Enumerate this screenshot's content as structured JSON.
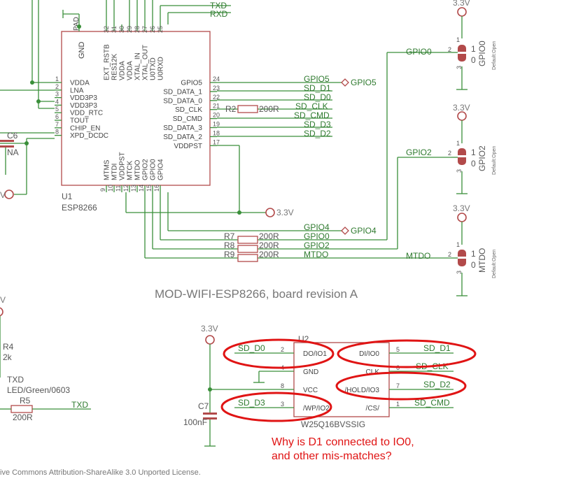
{
  "board_caption": "MOD-WIFI-ESP8266, board revision A",
  "license_text": "ive Commons Attribution-ShareAlike 3.0 Unported License.",
  "annotation_line1": "Why is D1 connected to IO0,",
  "annotation_line2": "and other mis-matches?",
  "power_label": "3.3V",
  "esp": {
    "ref": "U1",
    "value": "ESP8266",
    "pad_label": "PAD",
    "gnd_label": "GND",
    "left_pins": [
      {
        "num": "1",
        "name": "VDDA"
      },
      {
        "num": "2",
        "name": "LNA"
      },
      {
        "num": "3",
        "name": "VDD3P3"
      },
      {
        "num": "4",
        "name": "VDD3P3"
      },
      {
        "num": "5",
        "name": "VDD_RTC"
      },
      {
        "num": "6",
        "name": "TOUT"
      },
      {
        "num": "7",
        "name": "CHIP_EN"
      },
      {
        "num": "8",
        "name": "XPD_DCDC"
      }
    ],
    "right_pins": [
      {
        "num": "24",
        "name": "GPIO5"
      },
      {
        "num": "23",
        "name": "SD_DATA_1"
      },
      {
        "num": "22",
        "name": "SD_DATA_0"
      },
      {
        "num": "21",
        "name": "SD_CLK"
      },
      {
        "num": "20",
        "name": "SD_CMD"
      },
      {
        "num": "19",
        "name": "SD_DATA_3"
      },
      {
        "num": "18",
        "name": "SD_DATA_2"
      },
      {
        "num": "17",
        "name": "VDDPST"
      }
    ],
    "top_pins": [
      {
        "num": "32",
        "name": "EXT_RSTB"
      },
      {
        "num": "31",
        "name": "RES12K"
      },
      {
        "num": "30",
        "name": "VDDA"
      },
      {
        "num": "29",
        "name": "VDDA"
      },
      {
        "num": "28",
        "name": "XTAL_IN"
      },
      {
        "num": "27",
        "name": "XTAL_OUT"
      },
      {
        "num": "26",
        "name": "U0TXD"
      },
      {
        "num": "25",
        "name": "U0RXD"
      }
    ],
    "bottom_pins": [
      {
        "num": "9",
        "name": "MTMS"
      },
      {
        "num": "10",
        "name": "MTDI"
      },
      {
        "num": "11",
        "name": "VDDPST"
      },
      {
        "num": "12",
        "name": "MTCK"
      },
      {
        "num": "13",
        "name": "MTDO"
      },
      {
        "num": "14",
        "name": "GPIO2"
      },
      {
        "num": "15",
        "name": "GPIO0"
      },
      {
        "num": "16",
        "name": "GPIO4"
      }
    ]
  },
  "nets_right": [
    "GPIO5",
    "SD_D1",
    "SD_D0",
    "SD_CLK",
    "SD_CMD",
    "SD_D3",
    "SD_D2"
  ],
  "top_nets": [
    "TXD",
    "RXD"
  ],
  "r2": {
    "ref": "R2",
    "value": "200R"
  },
  "bottom_nets": [
    {
      "name": "GPIO4",
      "ref": "",
      "value": ""
    },
    {
      "name": "GPIO0",
      "ref": "R7",
      "value": "200R"
    },
    {
      "name": "GPIO2",
      "ref": "R8",
      "value": "200R"
    },
    {
      "name": "MTDO",
      "ref": "R9",
      "value": "200R"
    }
  ],
  "port_gpio5": "GPIO5",
  "port_gpio4": "GPIO4",
  "jumpers": [
    {
      "net": "GPIO0",
      "name": "GPIO0",
      "opt1": "1",
      "opt0": "0",
      "default": "Default:Open",
      "p1": "1",
      "p2": "2",
      "p3": "3"
    },
    {
      "net": "GPIO2",
      "name": "GPIO2",
      "opt1": "1",
      "opt0": "0",
      "default": "Default:Open",
      "p1": "1",
      "p2": "2",
      "p3": "3"
    },
    {
      "net": "MTDO",
      "name": "MTDO",
      "opt1": "1",
      "opt0": "0",
      "default": "Default:Open",
      "p1": "1",
      "p2": "2",
      "p3": "3"
    }
  ],
  "c6": {
    "ref": "C6",
    "value": "NA"
  },
  "flash": {
    "ref": "U2",
    "value": "W25Q16BVSSIG",
    "left_pins": [
      {
        "num": "2",
        "name": "DO/IO1",
        "net": "SD_D0"
      },
      {
        "num": "4",
        "name": "GND",
        "net": ""
      },
      {
        "num": "8",
        "name": "VCC",
        "net": ""
      },
      {
        "num": "3",
        "name": "/WP/IO2",
        "net": "SD_D3"
      }
    ],
    "right_pins": [
      {
        "num": "5",
        "name": "DI/IO0",
        "net": "SD_D1"
      },
      {
        "num": "6",
        "name": "CLK",
        "net": "SD_CLK"
      },
      {
        "num": "7",
        "name": "/HOLD/IO3",
        "net": "SD_D2"
      },
      {
        "num": "1",
        "name": "/CS/",
        "net": "SD_CMD"
      }
    ]
  },
  "c7": {
    "ref": "C7",
    "value": "100nF"
  },
  "left_partial": {
    "r4_ref": "R4",
    "r4_value": "2k",
    "led_net": "TXD",
    "led_value": "LED/Green/0603",
    "r5_ref": "R5",
    "r5_value": "200R",
    "txd_net": "TXD",
    "v_frag": "V"
  }
}
